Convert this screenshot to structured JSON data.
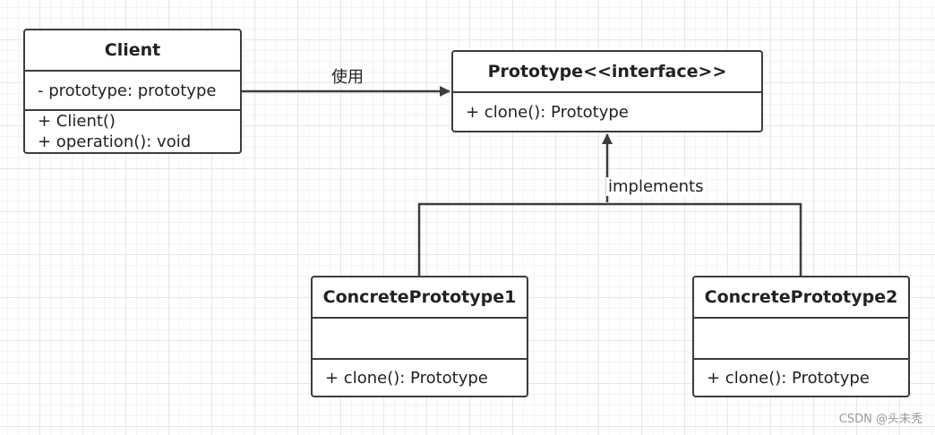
{
  "classes": {
    "client": {
      "name": "Client",
      "attributes": [
        "- prototype: prototype"
      ],
      "methods": [
        "+ Client()",
        "+ operation(): void"
      ]
    },
    "prototype": {
      "name": "Prototype<<interface>>",
      "methods": [
        "+ clone(): Prototype"
      ]
    },
    "concrete1": {
      "name": "ConcretePrototype1",
      "methods": [
        "+ clone(): Prototype"
      ]
    },
    "concrete2": {
      "name": "ConcretePrototype2",
      "methods": [
        "+ clone(): Prototype"
      ]
    }
  },
  "edges": {
    "uses_label": "使用",
    "implements_label": "implements"
  },
  "watermark": "CSDN @头未秃",
  "colors": {
    "stroke": "#3c3c3c",
    "text": "#222222",
    "grid": "#e6e6e6"
  }
}
